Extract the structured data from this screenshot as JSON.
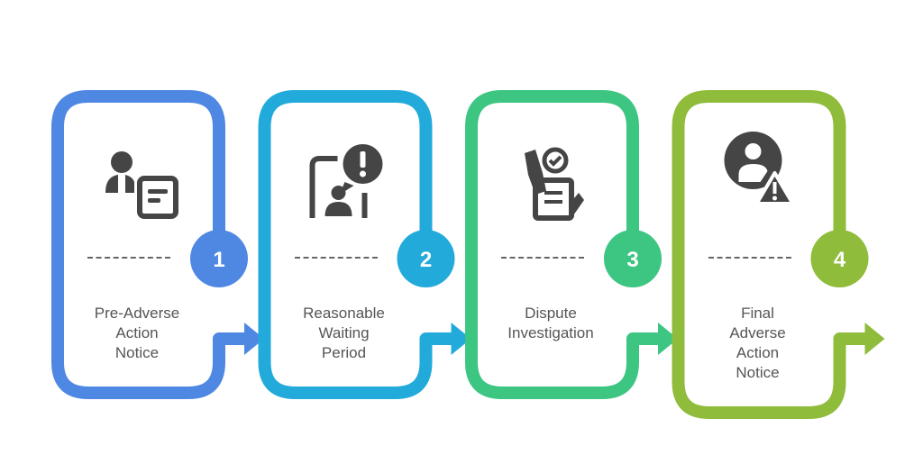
{
  "steps": [
    {
      "number": "1",
      "label_lines": [
        "Pre-Adverse",
        "Action",
        "Notice"
      ],
      "color": "#4F88E3",
      "icon": "person-document-icon"
    },
    {
      "number": "2",
      "label_lines": [
        "Reasonable",
        "Waiting",
        "Period"
      ],
      "color": "#22AADB",
      "icon": "phone-person-alert-icon"
    },
    {
      "number": "3",
      "label_lines": [
        "Dispute",
        "Investigation"
      ],
      "color": "#3DC582",
      "icon": "hand-clipboard-check-icon"
    },
    {
      "number": "4",
      "label_lines": [
        "Final",
        "Adverse",
        "Action",
        "Notice"
      ],
      "color": "#8FBC3B",
      "icon": "user-warning-icon"
    }
  ]
}
